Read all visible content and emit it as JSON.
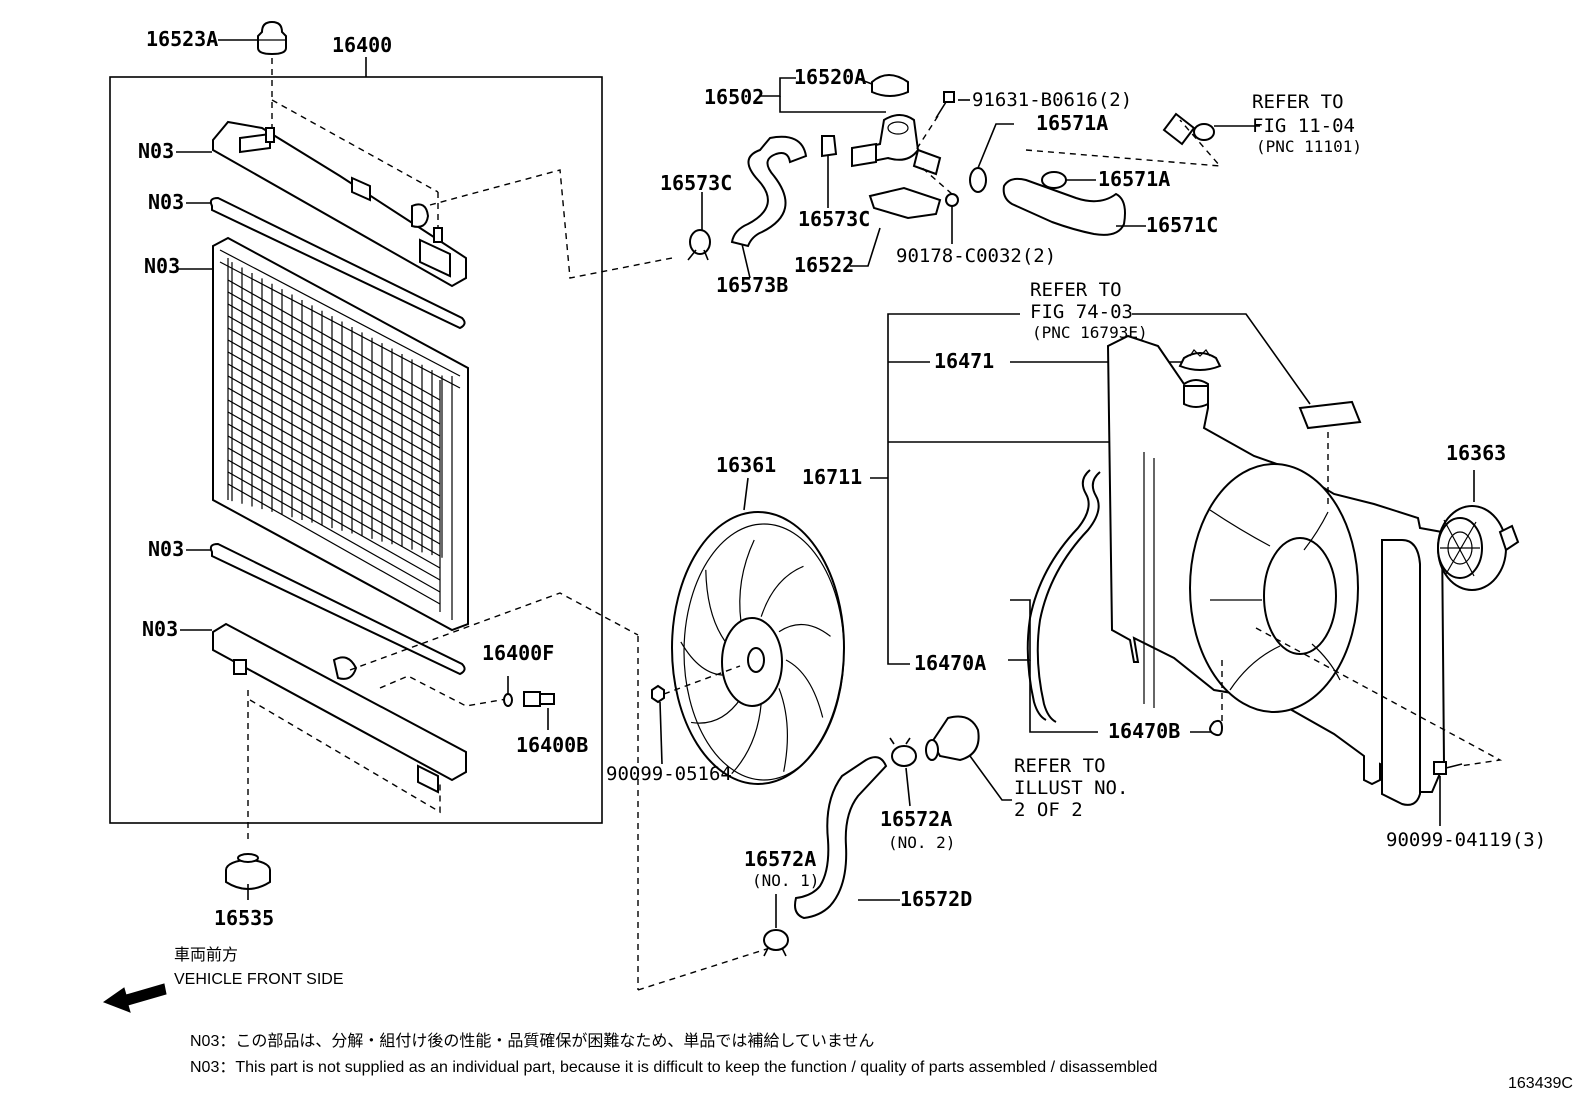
{
  "labels": {
    "p16523A": "16523A",
    "p16400": "16400",
    "n03_a": "N03",
    "n03_b": "N03",
    "n03_c": "N03",
    "n03_d": "N03",
    "n03_e": "N03",
    "p16400F": "16400F",
    "p16400B": "16400B",
    "p16535": "16535",
    "p16502": "16502",
    "p16520A": "16520A",
    "p91631": "91631-B0616(2)",
    "p16571A_1": "16571A",
    "p16571A_2": "16571A",
    "p16571C": "16571C",
    "p16573C_1": "16573C",
    "p16573C_2": "16573C",
    "p16573B": "16573B",
    "p16522": "16522",
    "p90178": "90178-C0032(2)",
    "p16471": "16471",
    "p16711": "16711",
    "p16361": "16361",
    "p16363": "16363",
    "p16470A": "16470A",
    "p16470B": "16470B",
    "p90099_05164": "90099-05164",
    "p90099_04119": "90099-04119(3)",
    "p16572A_1": "16572A",
    "p16572A_1_sub": "(NO. 1)",
    "p16572A_2": "16572A",
    "p16572A_2_sub": "(NO. 2)",
    "p16572D": "16572D"
  },
  "references": {
    "fig1104": {
      "line1": "REFER TO",
      "line2": "FIG 11-04",
      "line3": "(PNC 11101)"
    },
    "fig7403": {
      "line1": "REFER TO",
      "line2": "FIG 74-03",
      "line3": "(PNC 16793E)"
    },
    "illust": {
      "line1": "REFER TO",
      "line2": "ILLUST NO.",
      "line3": "2 OF 2"
    }
  },
  "front_side": {
    "jp": "車両前方",
    "en": "VEHICLE FRONT SIDE"
  },
  "notes": {
    "jp": "N03：この部品は、分解・組付け後の性能・品質確保が困難なため、単品では補給していません",
    "en": "N03：This part is not supplied as an individual part, because it is difficult to keep the function / quality of parts assembled / disassembled"
  },
  "figure_number": "163439C"
}
